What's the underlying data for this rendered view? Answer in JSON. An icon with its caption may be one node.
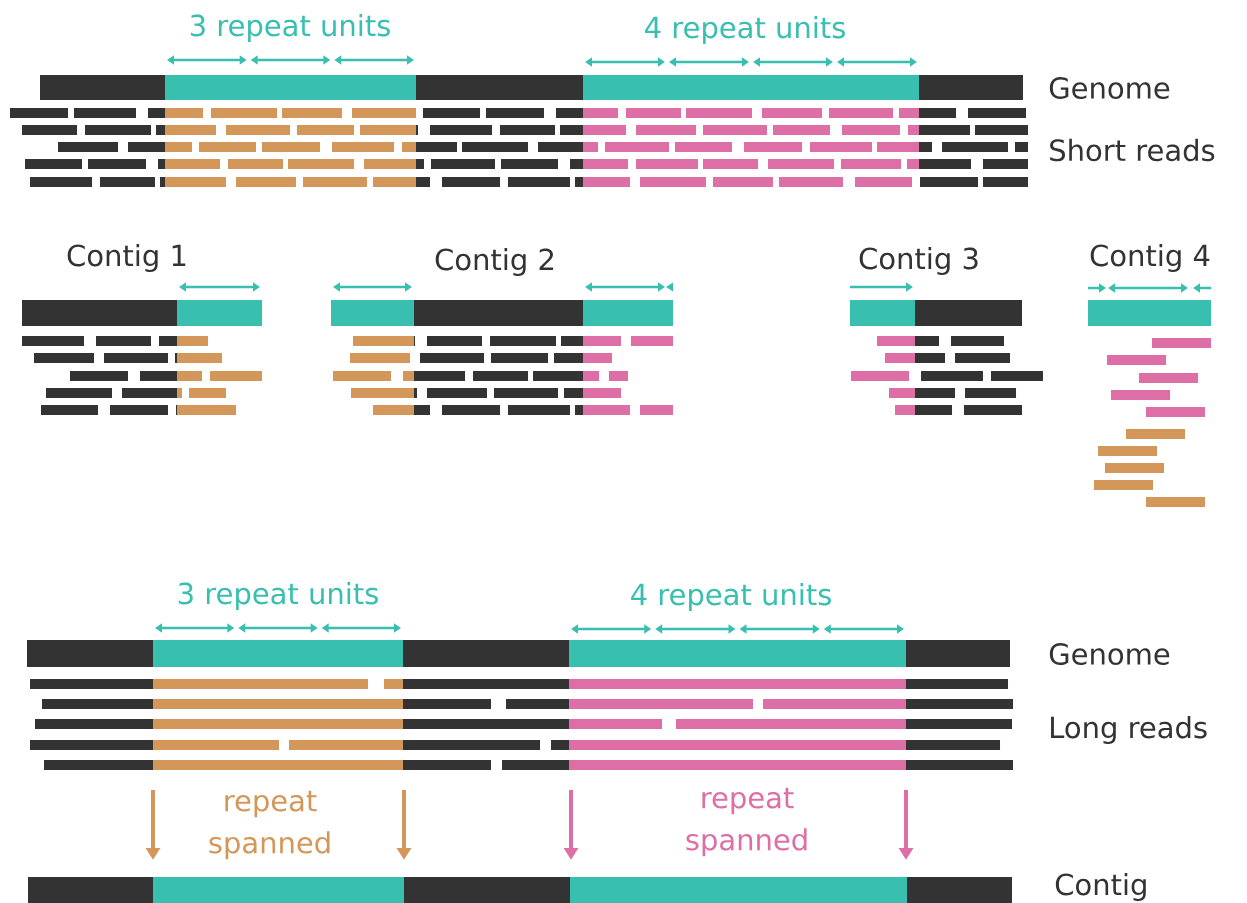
{
  "diagram": {
    "labels": [
      "3 repeat units",
      "4 repeat units",
      "Genome",
      "Short reads",
      "Contig 1",
      "Contig 2",
      "Contig 3",
      "Contig 4",
      "3 repeat units",
      "4 repeat units",
      "Genome",
      "Long reads",
      "repeat spanned",
      "repeat spanned",
      "Contig"
    ]
  }
}
